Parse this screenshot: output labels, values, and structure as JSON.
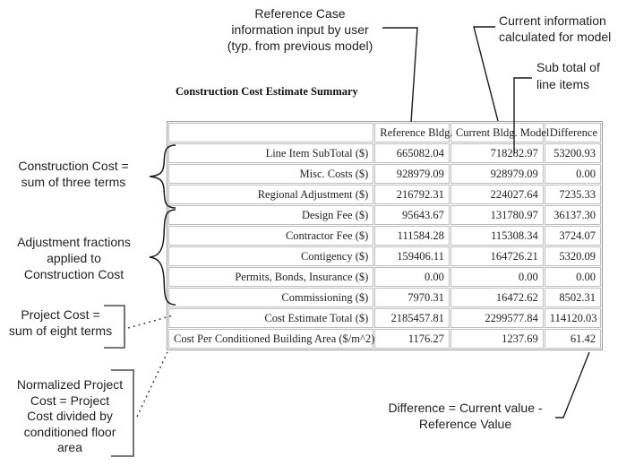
{
  "title": "Construction Cost Estimate Summary",
  "annotations": {
    "reference_case": "Reference Case\ninformation input by user\n(typ. from previous model)",
    "current_info": "Current information\ncalculated for model",
    "subtotal": "Sub total of\nline items",
    "construction_cost": "Construction Cost =\nsum of three terms",
    "adjustment_fractions": "Adjustment fractions\napplied to\nConstruction Cost",
    "project_cost": "Project Cost =\nsum of eight terms",
    "normalized_cost": "Normalized Project\nCost = Project\nCost divided by\nconditioned floor\narea",
    "difference": "Difference = Current value -\nReference Value"
  },
  "chart_data": {
    "type": "table",
    "title": "Construction Cost Estimate Summary",
    "columns": [
      "",
      "Reference Bldg.",
      "Current Bldg. Model",
      "Difference"
    ],
    "rows": [
      [
        "Line Item SubTotal ($)",
        "665082.04",
        "718282.97",
        "53200.93"
      ],
      [
        "Misc. Costs ($)",
        "928979.09",
        "928979.09",
        "0.00"
      ],
      [
        "Regional Adjustment ($)",
        "216792.31",
        "224027.64",
        "7235.33"
      ],
      [
        "Design Fee ($)",
        "95643.67",
        "131780.97",
        "36137.30"
      ],
      [
        "Contractor Fee ($)",
        "111584.28",
        "115308.34",
        "3724.07"
      ],
      [
        "Contigency ($)",
        "159406.11",
        "164726.21",
        "5320.09"
      ],
      [
        "Permits, Bonds, Insurance ($)",
        "0.00",
        "0.00",
        "0.00"
      ],
      [
        "Commissioning ($)",
        "7970.31",
        "16472.62",
        "8502.31"
      ],
      [
        "Cost Estimate Total ($)",
        "2185457.81",
        "2299577.84",
        "114120.03"
      ],
      [
        "Cost Per Conditioned Building Area ($/m^2)",
        "1176.27",
        "1237.69",
        "61.42"
      ]
    ]
  },
  "colors": {
    "line": "#1a1a1a",
    "bracket": "#666666",
    "table_border_outer": "#9a9a9a",
    "table_border_inner": "#bdbdbd"
  }
}
